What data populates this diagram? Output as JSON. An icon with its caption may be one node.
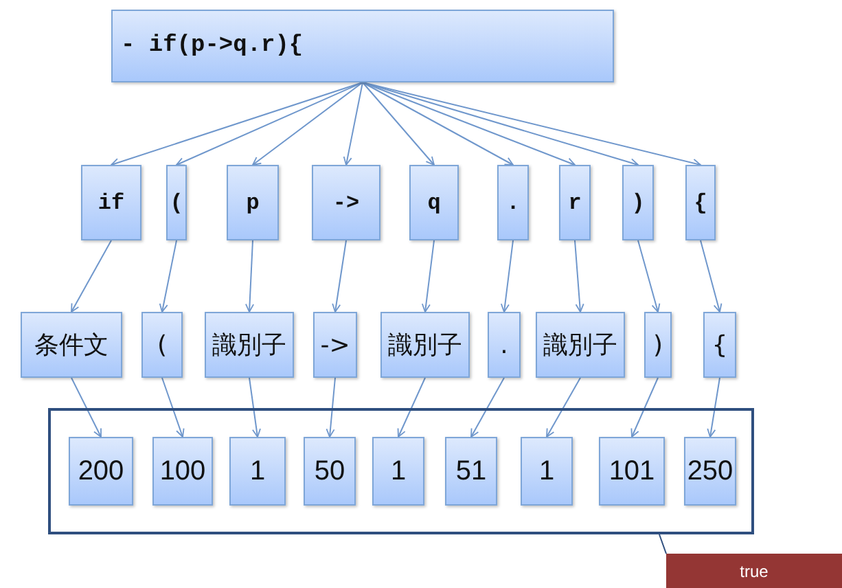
{
  "diagram": {
    "nodes": [
      {
        "text": [
          "- if(p->q.r){"
        ]
      },
      {
        "text": [
          "if"
        ]
      },
      {
        "text": [
          "("
        ]
      },
      {
        "text": [
          "p"
        ]
      },
      {
        "text": [
          "->"
        ]
      },
      {
        "text": [
          "q"
        ]
      },
      {
        "text": [
          "."
        ]
      },
      {
        "text": [
          "r"
        ]
      },
      {
        "text": [
          ")"
        ]
      },
      {
        "text": [
          "{"
        ]
      },
      {
        "text": [
          "条件文"
        ]
      },
      {
        "text": [
          "("
        ]
      },
      {
        "text": [
          "識別子"
        ]
      },
      {
        "text": [
          "->"
        ]
      },
      {
        "text": [
          "識別子"
        ]
      },
      {
        "text": [
          "."
        ]
      },
      {
        "text": [
          "識別子"
        ]
      },
      {
        "text": [
          ")"
        ]
      },
      {
        "text": [
          "{"
        ]
      },
      {
        "text": [],
        "shape": "box"
      },
      {
        "text": [
          "200"
        ],
        "in": 19
      },
      {
        "text": [
          "100"
        ],
        "in": 19
      },
      {
        "text": [
          "1"
        ],
        "in": 19
      },
      {
        "text": [
          "50"
        ],
        "in": 19
      },
      {
        "text": [
          "1"
        ],
        "in": 19
      },
      {
        "text": [
          "51"
        ],
        "in": 19
      },
      {
        "text": [
          "1"
        ],
        "in": 19
      },
      {
        "text": [
          "101"
        ],
        "in": 19
      },
      {
        "text": [
          "250"
        ],
        "in": 19
      },
      {
        "text": [
          "true"
        ]
      }
    ],
    "edges": [
      {
        "from": 0,
        "to": 1,
        "arrow": "to"
      },
      {
        "from": 0,
        "to": 2,
        "arrow": "to"
      },
      {
        "from": 0,
        "to": 3,
        "arrow": "to"
      },
      {
        "from": 0,
        "to": 4,
        "arrow": "to"
      },
      {
        "from": 0,
        "to": 5,
        "arrow": "to"
      },
      {
        "from": 0,
        "to": 6,
        "arrow": "to"
      },
      {
        "from": 0,
        "to": 7,
        "arrow": "to"
      },
      {
        "from": 0,
        "to": 8,
        "arrow": "to"
      },
      {
        "from": 0,
        "to": 9,
        "arrow": "to"
      },
      {
        "from": 1,
        "to": 10,
        "arrow": "to"
      },
      {
        "from": 2,
        "to": 11,
        "arrow": "to"
      },
      {
        "from": 3,
        "to": 12,
        "arrow": "to"
      },
      {
        "from": 4,
        "to": 13,
        "arrow": "to"
      },
      {
        "from": 5,
        "to": 14,
        "arrow": "to"
      },
      {
        "from": 6,
        "to": 15,
        "arrow": "to"
      },
      {
        "from": 7,
        "to": 16,
        "arrow": "to"
      },
      {
        "from": 8,
        "to": 17,
        "arrow": "to"
      },
      {
        "from": 9,
        "to": 18,
        "arrow": "to"
      },
      {
        "from": 10,
        "to": 20,
        "arrow": "to"
      },
      {
        "from": 11,
        "to": 21,
        "arrow": "to"
      },
      {
        "from": 12,
        "to": 22,
        "arrow": "to"
      },
      {
        "from": 13,
        "to": 23,
        "arrow": "to"
      },
      {
        "from": 14,
        "to": 24,
        "arrow": "to"
      },
      {
        "from": 15,
        "to": 25,
        "arrow": "to"
      },
      {
        "from": 16,
        "to": 26,
        "arrow": "to"
      },
      {
        "from": 17,
        "to": 27,
        "arrow": "to"
      },
      {
        "from": 18,
        "to": 28,
        "arrow": "to"
      },
      {
        "from": 29,
        "to": 19,
        "arrow": "none"
      }
    ]
  }
}
